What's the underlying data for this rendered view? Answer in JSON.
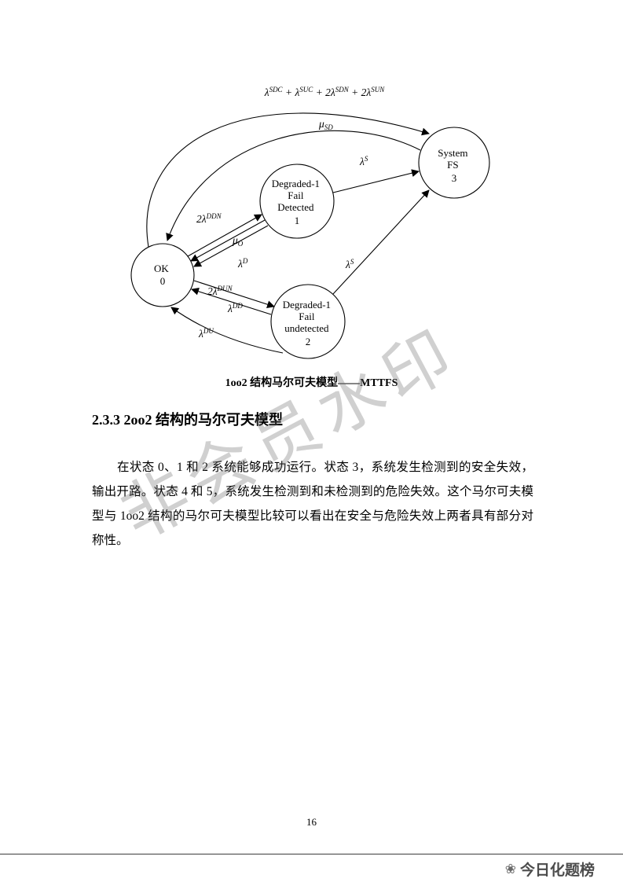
{
  "watermark": {
    "text": "非会员水印"
  },
  "diagram": {
    "caption": "1oo2 结构马尔可夫模型——MTTFS",
    "states": {
      "s0": {
        "l1": "OK",
        "l2": "0"
      },
      "s1": {
        "l1": "Degraded-1",
        "l2": "Fail",
        "l3": "Detected",
        "l4": "1"
      },
      "s2": {
        "l1": "Degraded-1",
        "l2": "Fail",
        "l3": "undetected",
        "l4": "2"
      },
      "s3": {
        "l1": "System",
        "l2": "FS",
        "l3": "3"
      }
    },
    "labels": {
      "t03": {
        "p0": "λ",
        "s0": "SDC",
        "p1": " + λ",
        "s1": "SUC",
        "p2": " + 2λ",
        "s2": "SDN",
        "p3": " + 2λ",
        "s3": "SUN"
      },
      "t30": {
        "p0": "μ",
        "sub0": "SD"
      },
      "t13": {
        "p0": "λ",
        "s0": "S"
      },
      "t23": {
        "p0": "λ",
        "s0": "S"
      },
      "t01": {
        "p0": "2λ",
        "s0": "DDN"
      },
      "t10a": {
        "p0": "μ",
        "sub0": "O"
      },
      "t10b": {
        "p0": "λ",
        "s0": "D"
      },
      "t02": {
        "p0": "2λ",
        "s0": "DUN"
      },
      "t20a": {
        "p0": "λ",
        "s0": "DD"
      },
      "t20b": {
        "p0": "λ",
        "s0": "DU"
      }
    }
  },
  "section": {
    "heading": "2.3.3 2oo2 结构的马尔可夫模型",
    "paragraph": "在状态 0、1 和 2 系统能够成功运行。状态 3，系统发生检测到的安全失效，输出开路。状态 4 和 5，系统发生检测到和未检测到的危险失效。这个马尔可夫模型与 1oo2 结构的马尔可夫模型比较可以看出在安全与危险失效上两者具有部分对称性。"
  },
  "page": {
    "number": "16"
  },
  "footer": {
    "brand": "今日化题榜",
    "icon_glyph": "❀"
  }
}
